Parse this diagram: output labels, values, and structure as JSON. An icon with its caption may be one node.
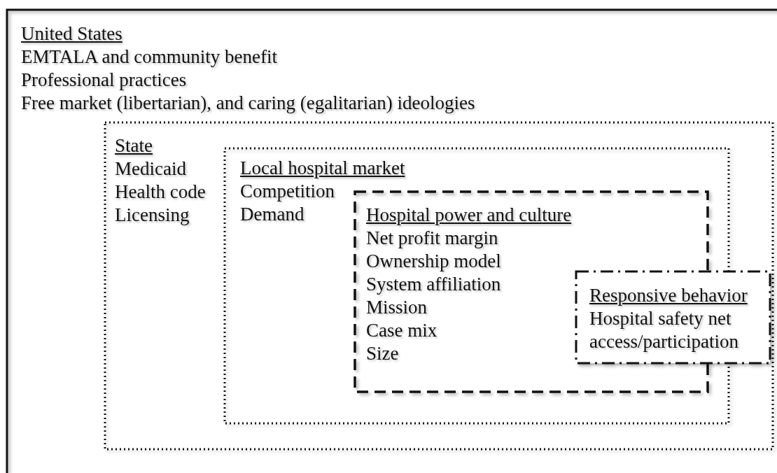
{
  "diagram": {
    "nodes": [
      {
        "text": [
          "United States",
          "EMTALA and community benefit",
          "Professional practices",
          "Free market (libertarian), and caring (egalitarian) ideologies"
        ]
      },
      {
        "text": [
          "State",
          "Medicaid",
          "Health code",
          "Licensing"
        ],
        "in": 0
      },
      {
        "text": [
          "Local hospital market",
          "Competition",
          "Demand"
        ],
        "in": 1
      },
      {
        "text": [
          "Hospital power and culture",
          "Net profit margin",
          "Ownership model",
          "System affiliation",
          "Mission",
          "Case mix",
          "Size"
        ],
        "in": 2
      },
      {
        "text": [
          "Responsive behavior",
          "Hospital safety net access/participation"
        ],
        "in": 1
      }
    ]
  }
}
